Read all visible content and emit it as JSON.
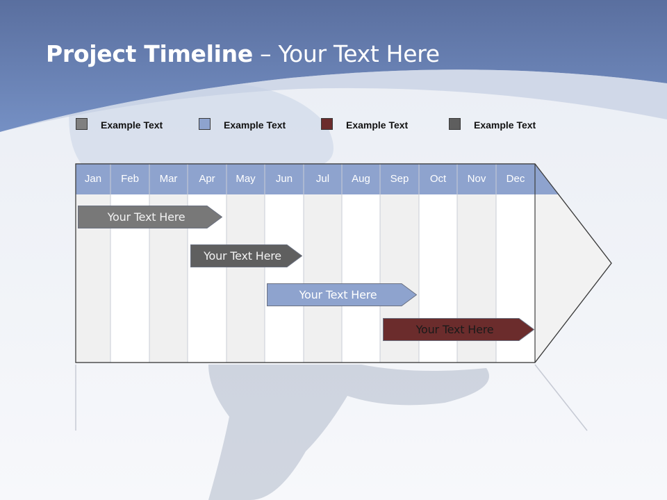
{
  "title": {
    "bold": "Project Timeline",
    "rest": " – Your Text Here"
  },
  "legend": [
    {
      "label": "Example Text",
      "color": "#808080"
    },
    {
      "label": "Example Text",
      "color": "#8EA3CE"
    },
    {
      "label": "Example Text",
      "color": "#6B2C2C"
    },
    {
      "label": "Example Text",
      "color": "#5E5E5E"
    }
  ],
  "months": [
    "Jan",
    "Feb",
    "Mar",
    "Apr",
    "May",
    "Jun",
    "Jul",
    "Aug",
    "Sep",
    "Oct",
    "Nov",
    "Dec"
  ],
  "tasks": [
    {
      "label": "Your  Text Here",
      "start_month": "Jan",
      "end_month": "Apr",
      "color": "#787878",
      "text_color": "#f2f2f2"
    },
    {
      "label": "Your  Text Here",
      "start_month": "Apr",
      "end_month": "Jun",
      "color": "#5F5F5F",
      "text_color": "#f2f2f2"
    },
    {
      "label": "Your  Text Here",
      "start_month": "Jun",
      "end_month": "Sep",
      "color": "#8EA3CE",
      "text_color": "#ffffff"
    },
    {
      "label": "Your  Text Here",
      "start_month": "Sep",
      "end_month": "Dec",
      "color": "#6B2C2C",
      "text_color": "#1a1a1a"
    }
  ],
  "colors": {
    "header_band": "#6F87BC",
    "month_header": "#8EA3CE",
    "grid_line": "#b8bccb"
  }
}
